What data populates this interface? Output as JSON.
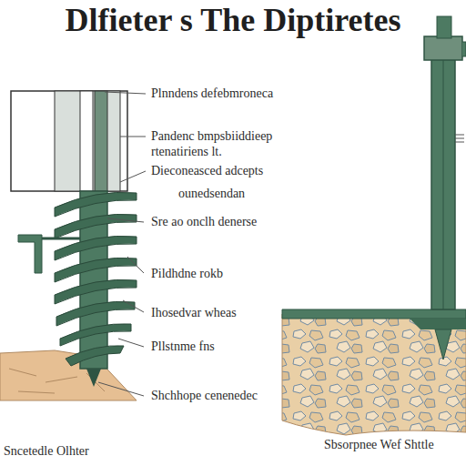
{
  "diagram": {
    "title": "Dlfieter s The Diptiretes",
    "labels": [
      "Plnndens defebmroneca",
      "Pandenc bmpsbiiddieep",
      "rtenatiriens lt.",
      "Dieconeasced adcepts",
      "ounedsendan",
      "Sre ao onclh denerse",
      "Pildhdne rokb",
      "Ihosedvar wheas",
      "Pllstnme fns",
      "Shchhope cenenedec",
      "Sncetedle Olhter",
      "Sbsorpnee Wef Shttle"
    ]
  }
}
